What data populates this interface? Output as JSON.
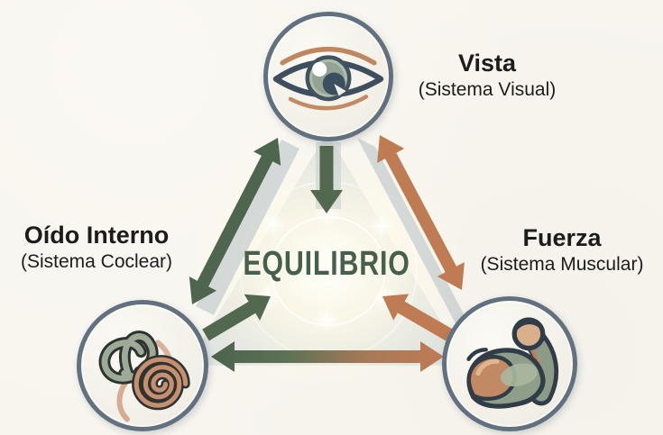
{
  "center": {
    "label": "EQUILIBRIO",
    "color": "#47604e"
  },
  "nodes": [
    {
      "id": "vista",
      "title": "Vista",
      "subtitle": "(Sistema Visual)",
      "icon": "eye-icon"
    },
    {
      "id": "oido-interno",
      "title": "Oído Interno",
      "subtitle": "(Sistema Coclear)",
      "icon": "inner-ear-cochlea-icon"
    },
    {
      "id": "fuerza",
      "title": "Fuerza",
      "subtitle": "(Sistema Muscular)",
      "icon": "flexed-bicep-icon"
    }
  ],
  "edges": [
    {
      "from": "vista",
      "to": "oido-interno",
      "direction": "bidirectional",
      "color": "#4e654e"
    },
    {
      "from": "vista",
      "to": "fuerza",
      "direction": "bidirectional",
      "color": "#bf7b52"
    },
    {
      "from": "oido-interno",
      "to": "fuerza",
      "direction": "bidirectional",
      "color": "gradient #4e654e to #bf7b52"
    },
    {
      "from": "vista",
      "to": "center",
      "direction": "one-way",
      "color": "#4e654e"
    },
    {
      "from": "oido-interno",
      "to": "center",
      "direction": "one-way",
      "color": "#4e654e"
    },
    {
      "from": "fuerza",
      "to": "center",
      "direction": "one-way",
      "color": "#bf7b52"
    }
  ],
  "palette": {
    "background": "#f7f5ee",
    "green_arrow": "#4e654e",
    "terracotta_arrow": "#bf7b52",
    "circle_border": "#62717f",
    "text": "#1c1c1a"
  }
}
